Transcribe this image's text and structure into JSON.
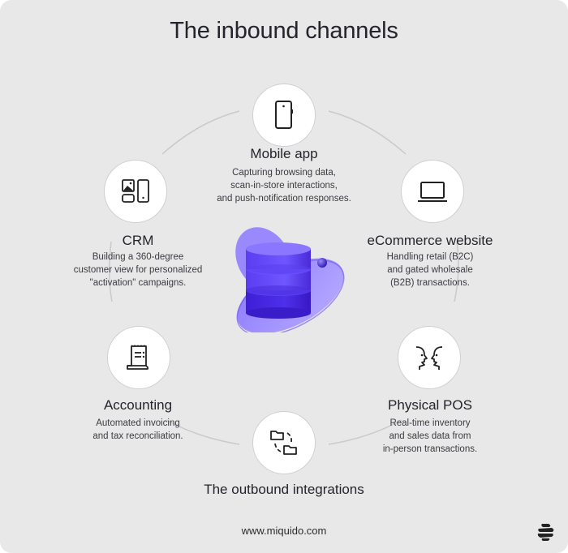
{
  "title": "The inbound channels",
  "center": {
    "icon": "database-3d-icon",
    "accent": "#5b3ff0"
  },
  "nodes": [
    {
      "id": "mobile",
      "label": "Mobile app",
      "icon": "smartphone-icon",
      "description": "Capturing browsing data,\nscan-in-store interactions,\nand push-notification responses."
    },
    {
      "id": "ecommerce",
      "label": "eCommerce website",
      "icon": "laptop-icon",
      "description": "Handling retail (B2C)\nand gated wholesale\n(B2B) transactions."
    },
    {
      "id": "pos",
      "label": "Physical POS",
      "icon": "faces-facing-icon",
      "description": "Real-time inventory\nand sales data from\nin-person transactions."
    },
    {
      "id": "outbound",
      "label": "The outbound integrations",
      "icon": "folders-sync-icon",
      "description": ""
    },
    {
      "id": "accounting",
      "label": "Accounting",
      "icon": "receipt-icon",
      "description": "Automated invoicing\nand tax reconciliation."
    },
    {
      "id": "crm",
      "label": "CRM",
      "icon": "devices-image-icon",
      "description": "Building a 360-degree\ncustomer view for personalized\n\"activation\" campaigns."
    }
  ],
  "footer": {
    "url": "www.miquido.com",
    "logo": "miquido-logo-icon"
  },
  "colors": {
    "background": "#e8e8e8",
    "text": "#24242c",
    "connector": "#c9c9ce",
    "node_fill": "#ffffff"
  }
}
